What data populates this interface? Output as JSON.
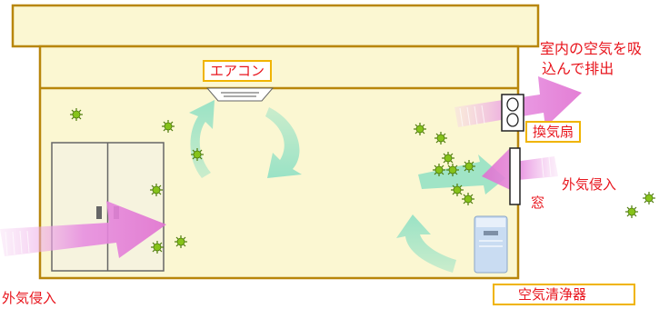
{
  "labels": {
    "aircon": "エアコン",
    "fan_caption_line1": "室内の空気を吸",
    "fan_caption_line2": "込んで排出",
    "fan": "換気扇",
    "outside_air_right": "外気侵入",
    "window": "窓",
    "outside_air_left": "外気侵入",
    "purifier": "空気清浄器"
  },
  "icons": [
    "germ-icon",
    "fan-icon",
    "air-purifier-icon",
    "cabinet-icon",
    "aircon-icon",
    "window-icon"
  ],
  "colors": {
    "room_wall": "#fbf7d2",
    "outline": "#b8860b",
    "label_text": "#e8141c",
    "label_border": "#f0b400",
    "intake_arrow": "#e070d0",
    "circulation_arrow": "#8fe0c4",
    "germ": "#7ac020"
  }
}
